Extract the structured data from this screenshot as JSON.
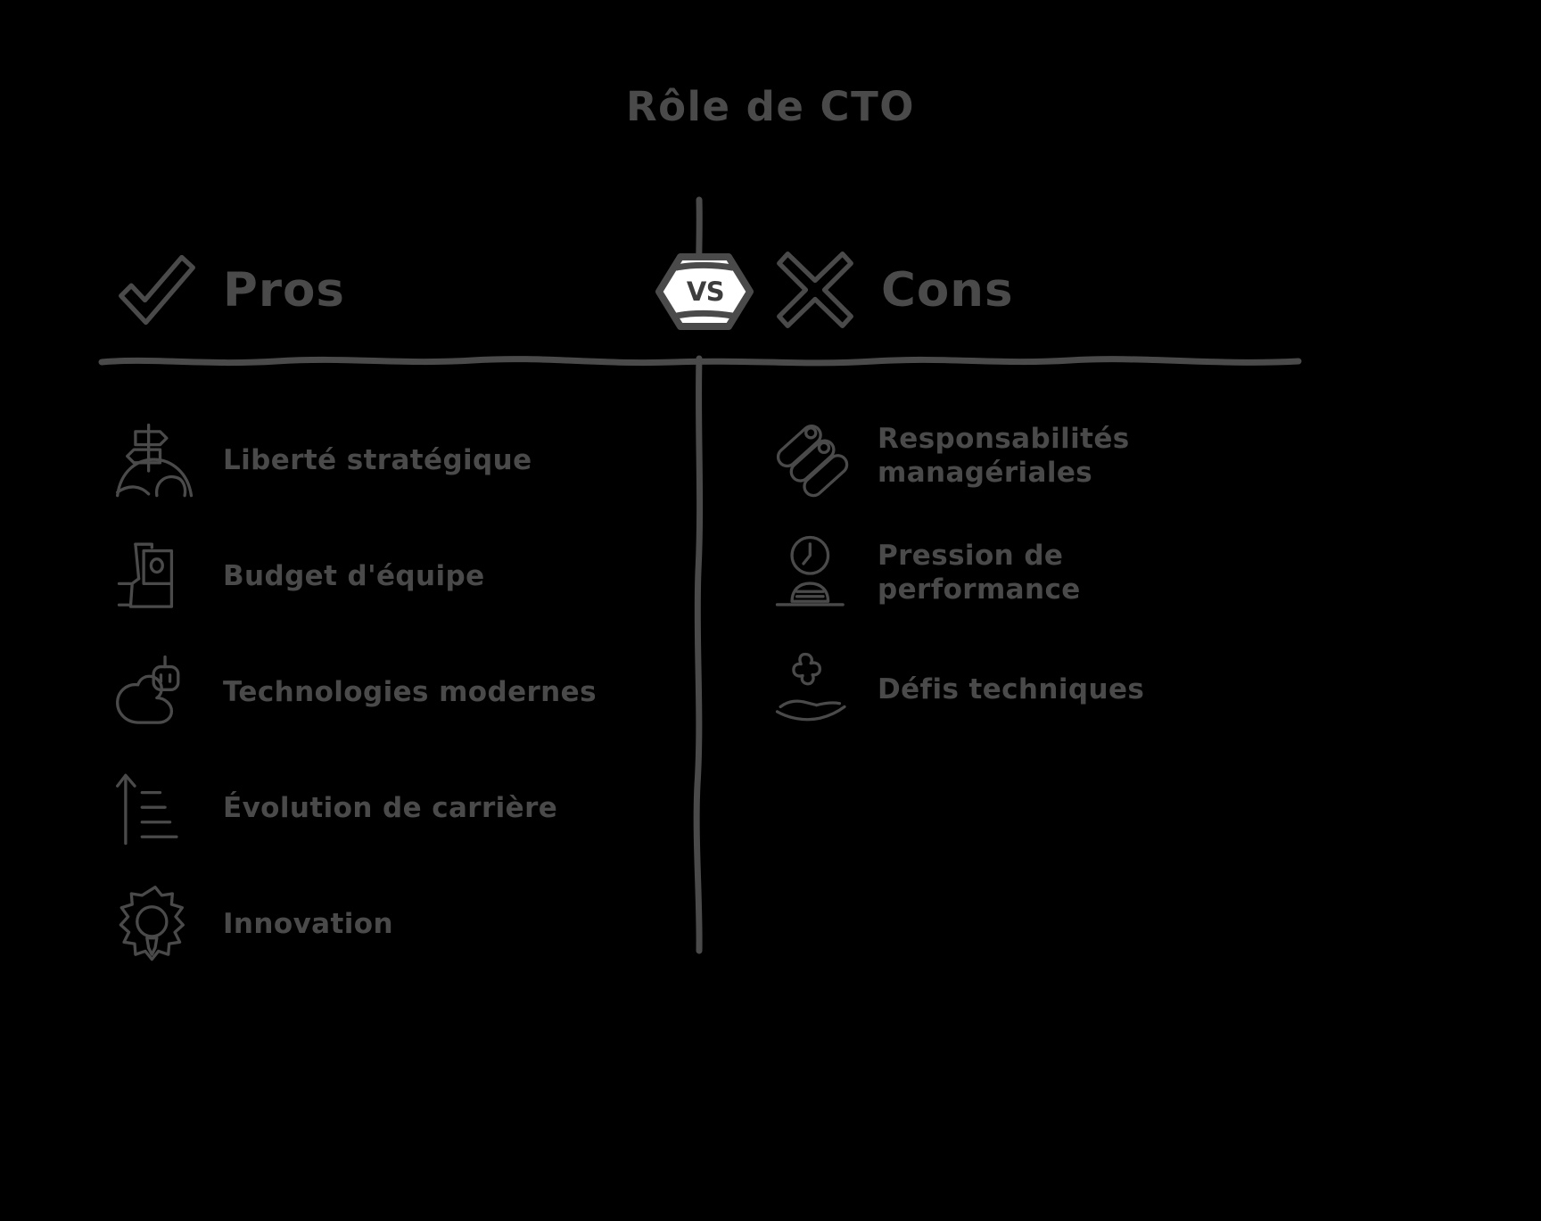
{
  "page": {
    "title": "Rôle de CTO",
    "background_color": "#000000",
    "ink_color": "#4a4a4a",
    "badge_fill_color": "#ffffff"
  },
  "columns": {
    "pros": {
      "heading": "Pros",
      "icon": "check-mark-icon",
      "items": [
        {
          "label": "Liberté stratégique",
          "icon": "signpost-hill-icon"
        },
        {
          "label": "Budget d'équipe",
          "icon": "wallet-money-icon"
        },
        {
          "label": "Technologies modernes",
          "icon": "cloud-robot-icon"
        },
        {
          "label": "Évolution de carrière",
          "icon": "growth-arrow-icon"
        },
        {
          "label": "Innovation",
          "icon": "gear-lightbulb-icon"
        }
      ]
    },
    "cons": {
      "heading": "Cons",
      "icon": "cross-mark-icon",
      "items": [
        {
          "label": "Responsabilités managériales",
          "icon": "stacked-bars-icon"
        },
        {
          "label": "Pression de performance",
          "icon": "gauge-person-icon"
        },
        {
          "label": "Défis techniques",
          "icon": "puzzle-hand-icon"
        }
      ]
    }
  },
  "divider": {
    "badge_label": "VS"
  }
}
